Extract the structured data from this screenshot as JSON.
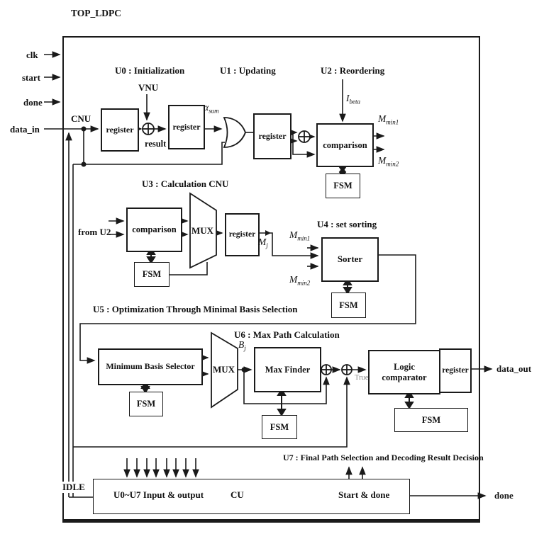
{
  "title": "TOP_LDPC",
  "common": {
    "register": "register",
    "fsm": "FSM",
    "mux": "MUX",
    "comparison": "comparison"
  },
  "inputs": {
    "clk": "clk",
    "start": "start",
    "done": "done",
    "data_in": "data_in"
  },
  "outputs": {
    "data_out": "data_out",
    "done": "done"
  },
  "u0": {
    "heading": "U0 : Initialization",
    "vnu": "VNU",
    "cnu": "CNU",
    "result": "result",
    "alpha_base": "α",
    "alpha_sub": "sum"
  },
  "u1": {
    "heading": "U1 : Updating"
  },
  "u2": {
    "heading": "U2 : Reordering",
    "ibeta_base": "I",
    "ibeta_sub": "beta",
    "mmin1_base": "M",
    "mmin1_sub": "min1",
    "mmin2_base": "M",
    "mmin2_sub": "min2"
  },
  "u3": {
    "heading": "U3 : Calculation CNU",
    "from_u2": "from U2",
    "mj_base": "M",
    "mj_sub": "j"
  },
  "u4": {
    "heading": "U4 : set sorting",
    "sorter": "Sorter",
    "mmin1_base": "M",
    "mmin1_sub": "min1",
    "mmin2_base": "M",
    "mmin2_sub": "min2"
  },
  "u5": {
    "heading": "U5 : Optimization Through Minimal Basis Selection",
    "mbs": "Minimum Basis Selector"
  },
  "u6": {
    "heading": "U6 : Max Path Calculation",
    "bj_base": "B",
    "bj_sub": "j",
    "max_finder": "Max Finder",
    "true_label": "True",
    "logic_comparator": "Logic comparator"
  },
  "u7": {
    "heading": "U7 : Final Path Selection and Decoding Result Decision"
  },
  "cu": {
    "idle": "IDLE",
    "io_label": "U0~U7 Input & output",
    "cu_label": "CU",
    "start_done": "Start & done"
  },
  "colors": {
    "line": "#1a1a1a",
    "true_gray": "#8a8a8a"
  }
}
